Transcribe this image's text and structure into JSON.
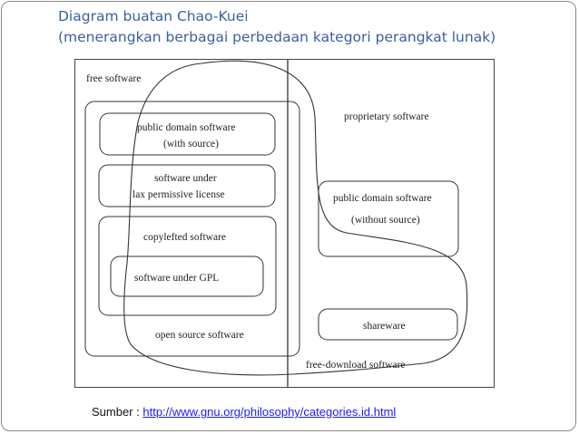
{
  "slide": {
    "title_line1": "Diagram buatan Chao-Kuei",
    "title_line2": "(menerangkan berbagai perbedaan kategori perangkat lunak)"
  },
  "diagram": {
    "labels": {
      "free_software": "free software",
      "proprietary_software": "proprietary software",
      "public_domain_with_source_line1": "public domain software",
      "public_domain_with_source_line2": "(with source)",
      "lax_permissive_line1": "software under",
      "lax_permissive_line2": "lax permissive license",
      "copylefted_software": "copylefted software",
      "software_under_gpl": "software under GPL",
      "open_source_software": "open source software",
      "public_domain_without_source_line1": "public domain software",
      "public_domain_without_source_line2": "(without source)",
      "shareware": "shareware",
      "free_download_software": "free-download software"
    }
  },
  "footer": {
    "prefix": "Sumber : ",
    "link_text": "http://www.gnu.org/philosophy/categories.id.html"
  }
}
